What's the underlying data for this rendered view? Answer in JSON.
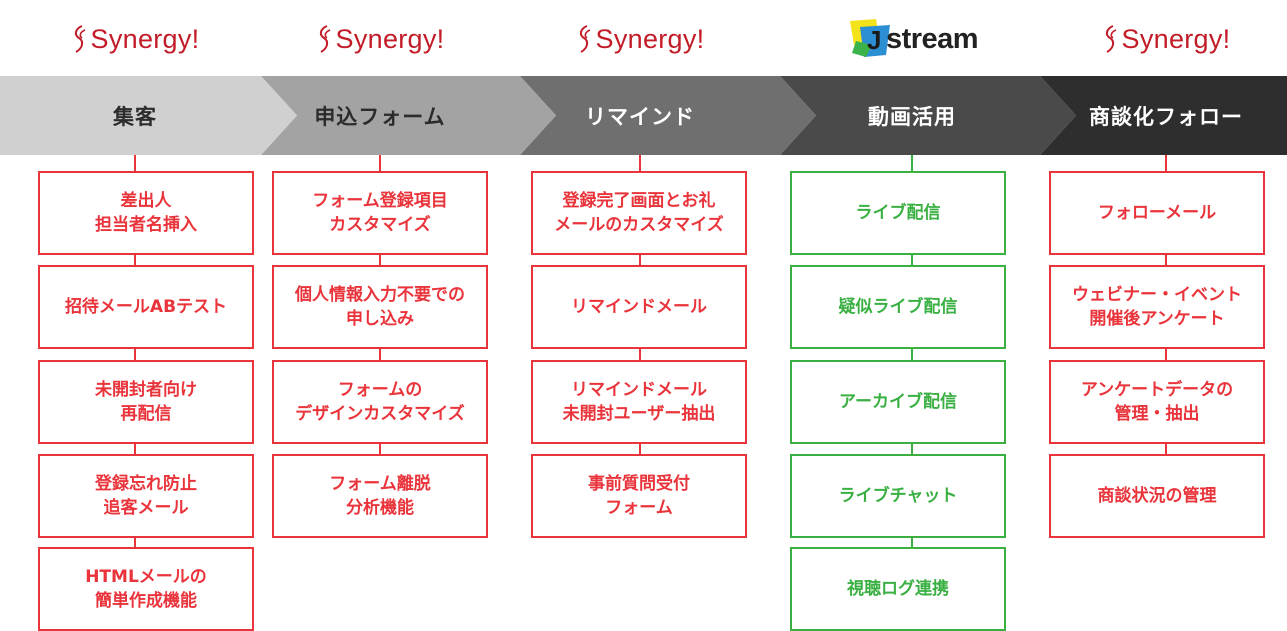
{
  "colors": {
    "red": "#e9343b",
    "green": "#3ab043",
    "logo_red": "#c21c28",
    "stage_fills": [
      "#d0d0d0",
      "#a3a3a3",
      "#6f6f6f",
      "#4a4a4a",
      "#2e2e2e"
    ]
  },
  "columns": [
    {
      "logo": {
        "type": "synergy",
        "text": "Synergy!"
      },
      "stage": "集客",
      "accent": "red",
      "items": [
        "差出人\n担当者名挿入",
        "招待メールABテスト",
        "未開封者向け\n再配信",
        "登録忘れ防止\n追客メール",
        "HTMLメールの\n簡単作成機能"
      ]
    },
    {
      "logo": {
        "type": "synergy",
        "text": "Synergy!"
      },
      "stage": "申込フォーム",
      "accent": "red",
      "items": [
        "フォーム登録項目\nカスタマイズ",
        "個人情報入力不要での\n申し込み",
        "フォームの\nデザインカスタマイズ",
        "フォーム離脱\n分析機能"
      ]
    },
    {
      "logo": {
        "type": "synergy",
        "text": "Synergy!"
      },
      "stage": "リマインド",
      "accent": "red",
      "items": [
        "登録完了画面とお礼\nメールのカスタマイズ",
        "リマインドメール",
        "リマインドメール\n未開封ユーザー抽出",
        "事前質問受付\nフォーム"
      ]
    },
    {
      "logo": {
        "type": "jstream",
        "text": "stream"
      },
      "stage": "動画活用",
      "accent": "green",
      "items": [
        "ライブ配信",
        "疑似ライブ配信",
        "アーカイブ配信",
        "ライブチャット",
        "視聴ログ連携"
      ]
    },
    {
      "logo": {
        "type": "synergy",
        "text": "Synergy!"
      },
      "stage": "商談化フォロー",
      "accent": "red",
      "items": [
        "フォローメール",
        "ウェビナー・イベント\n開催後アンケート",
        "アンケートデータの\n管理・抽出",
        "商談状況の管理"
      ]
    }
  ]
}
